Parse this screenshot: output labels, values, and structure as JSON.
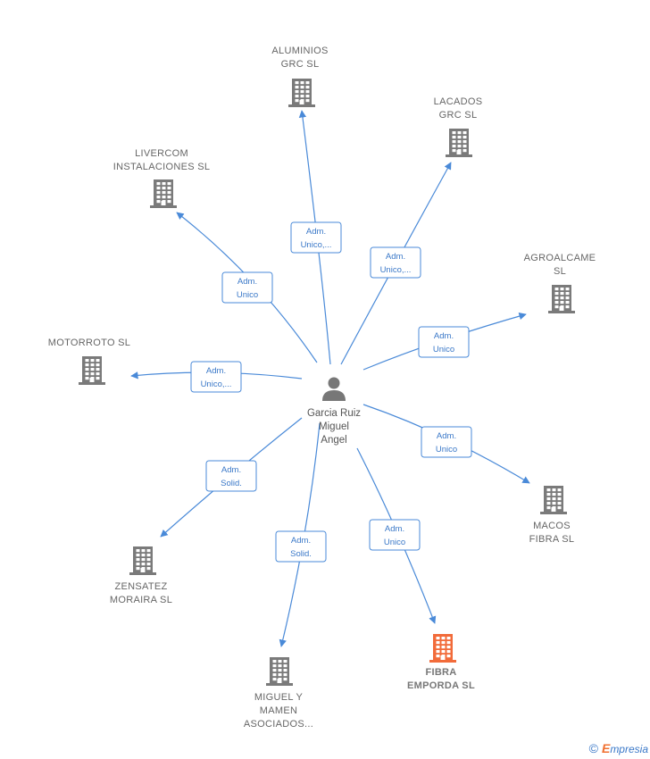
{
  "center": {
    "name_lines": [
      "Garcia Ruiz",
      "Miguel",
      "Angel"
    ],
    "icon": "person-icon"
  },
  "companies": [
    {
      "id": "aluminios",
      "lines": [
        "ALUMINIOS",
        "GRC  SL"
      ],
      "highlight": false,
      "role_lines": [
        "Adm.",
        "Unico,..."
      ]
    },
    {
      "id": "lacados",
      "lines": [
        "LACADOS",
        "GRC  SL"
      ],
      "highlight": false,
      "role_lines": [
        "Adm.",
        "Unico,..."
      ]
    },
    {
      "id": "livercom",
      "lines": [
        "LIVERCOM",
        "INSTALACIONES SL"
      ],
      "highlight": false,
      "role_lines": [
        "Adm.",
        "Unico"
      ]
    },
    {
      "id": "agroalcame",
      "lines": [
        "AGROALCAME",
        "SL"
      ],
      "highlight": false,
      "role_lines": [
        "Adm.",
        "Unico"
      ]
    },
    {
      "id": "motorroto",
      "lines": [
        "MOTORROTO SL"
      ],
      "highlight": false,
      "role_lines": [
        "Adm.",
        "Unico,..."
      ]
    },
    {
      "id": "macos",
      "lines": [
        "MACOS",
        "FIBRA SL"
      ],
      "highlight": false,
      "role_lines": [
        "Adm.",
        "Unico"
      ]
    },
    {
      "id": "zensatez",
      "lines": [
        "ZENSATEZ",
        "MORAIRA  SL"
      ],
      "highlight": false,
      "role_lines": [
        "Adm.",
        "Solid."
      ]
    },
    {
      "id": "miguel",
      "lines": [
        "MIGUEL Y",
        "MAMEN",
        "ASOCIADOS..."
      ],
      "highlight": false,
      "role_lines": [
        "Adm.",
        "Solid."
      ]
    },
    {
      "id": "fibra",
      "lines": [
        "FIBRA",
        "EMPORDA  SL"
      ],
      "highlight": true,
      "role_lines": [
        "Adm.",
        "Unico"
      ]
    }
  ],
  "colors": {
    "building": "#7a7a7a",
    "building_highlight": "#f26b3a",
    "edge": "#4a8ad8",
    "person": "#777777"
  },
  "footer": {
    "copyright_symbol": "©",
    "brand_initial": "E",
    "brand_rest": "mpresia"
  }
}
